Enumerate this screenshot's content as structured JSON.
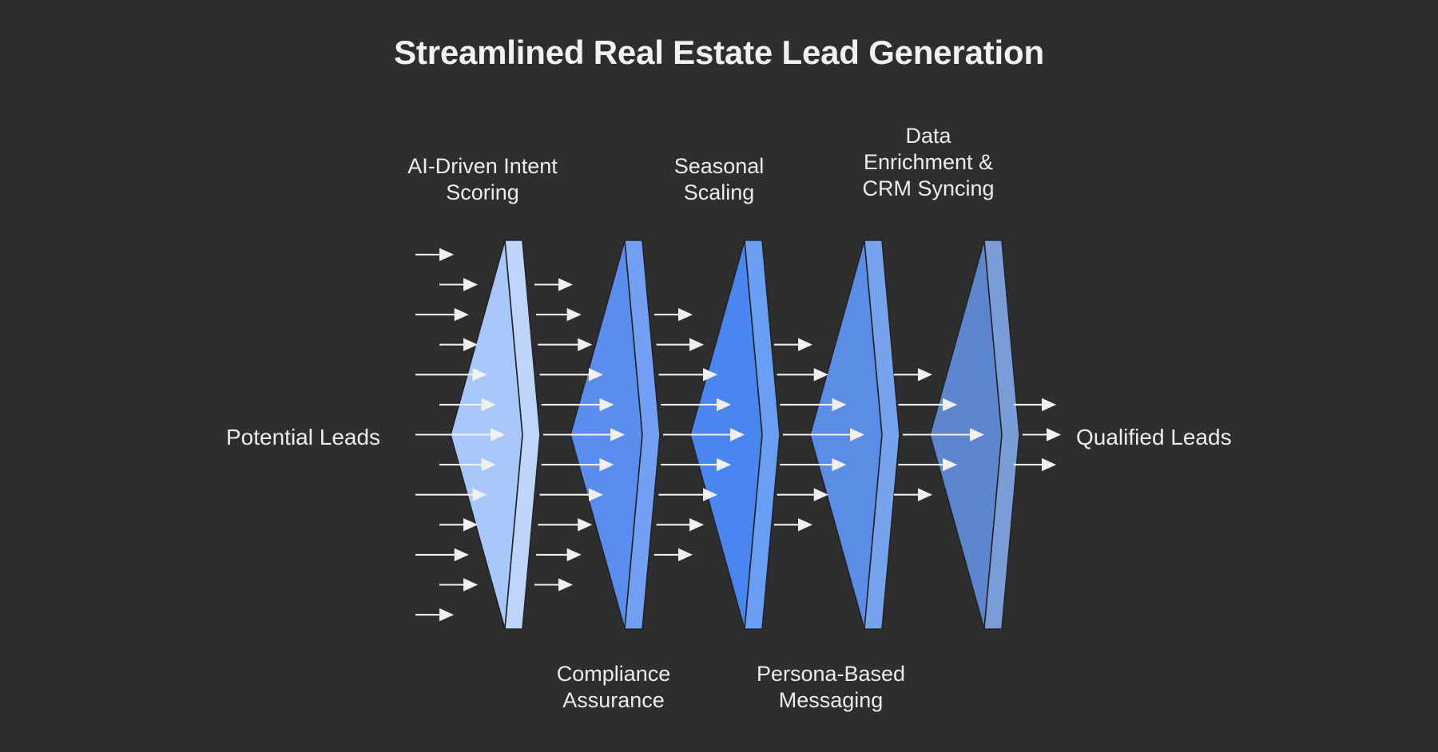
{
  "title": "Streamlined Real Estate Lead Generation",
  "background_color": "#2e2e2e",
  "text_color": "#ececec",
  "side_labels": {
    "input": "Potential Leads",
    "output": "Qualified Leads"
  },
  "chart_data": {
    "type": "diagram",
    "subtype": "funnel",
    "title": "Streamlined Real Estate Lead Generation",
    "input_label": "Potential Leads",
    "output_label": "Qualified Leads",
    "input_arrow_count": 13,
    "output_arrow_count": 3,
    "stages": [
      {
        "index": 1,
        "label": "AI-Driven Intent\nScoring",
        "label_position": "top",
        "color": "#a8c7fa",
        "sliver_color": "#bed4fb",
        "arrows_out": 11
      },
      {
        "index": 2,
        "label": "Compliance\nAssurance",
        "label_position": "bottom",
        "color": "#5b8def",
        "sliver_color": "#74a0f3",
        "arrows_out": 9
      },
      {
        "index": 3,
        "label": "Seasonal\nScaling",
        "label_position": "top",
        "color": "#4a86f0",
        "sliver_color": "#6a9df4",
        "arrows_out": 7
      },
      {
        "index": 4,
        "label": "Persona-Based\nMessaging",
        "label_position": "bottom",
        "color": "#5b8ce6",
        "sliver_color": "#77a3ec",
        "arrows_out": 5
      },
      {
        "index": 5,
        "label": "Data\nEnrichment &\nCRM Syncing",
        "label_position": "top",
        "color": "#5e86ce",
        "sliver_color": "#7a9dd8",
        "arrows_out": 3
      }
    ]
  }
}
